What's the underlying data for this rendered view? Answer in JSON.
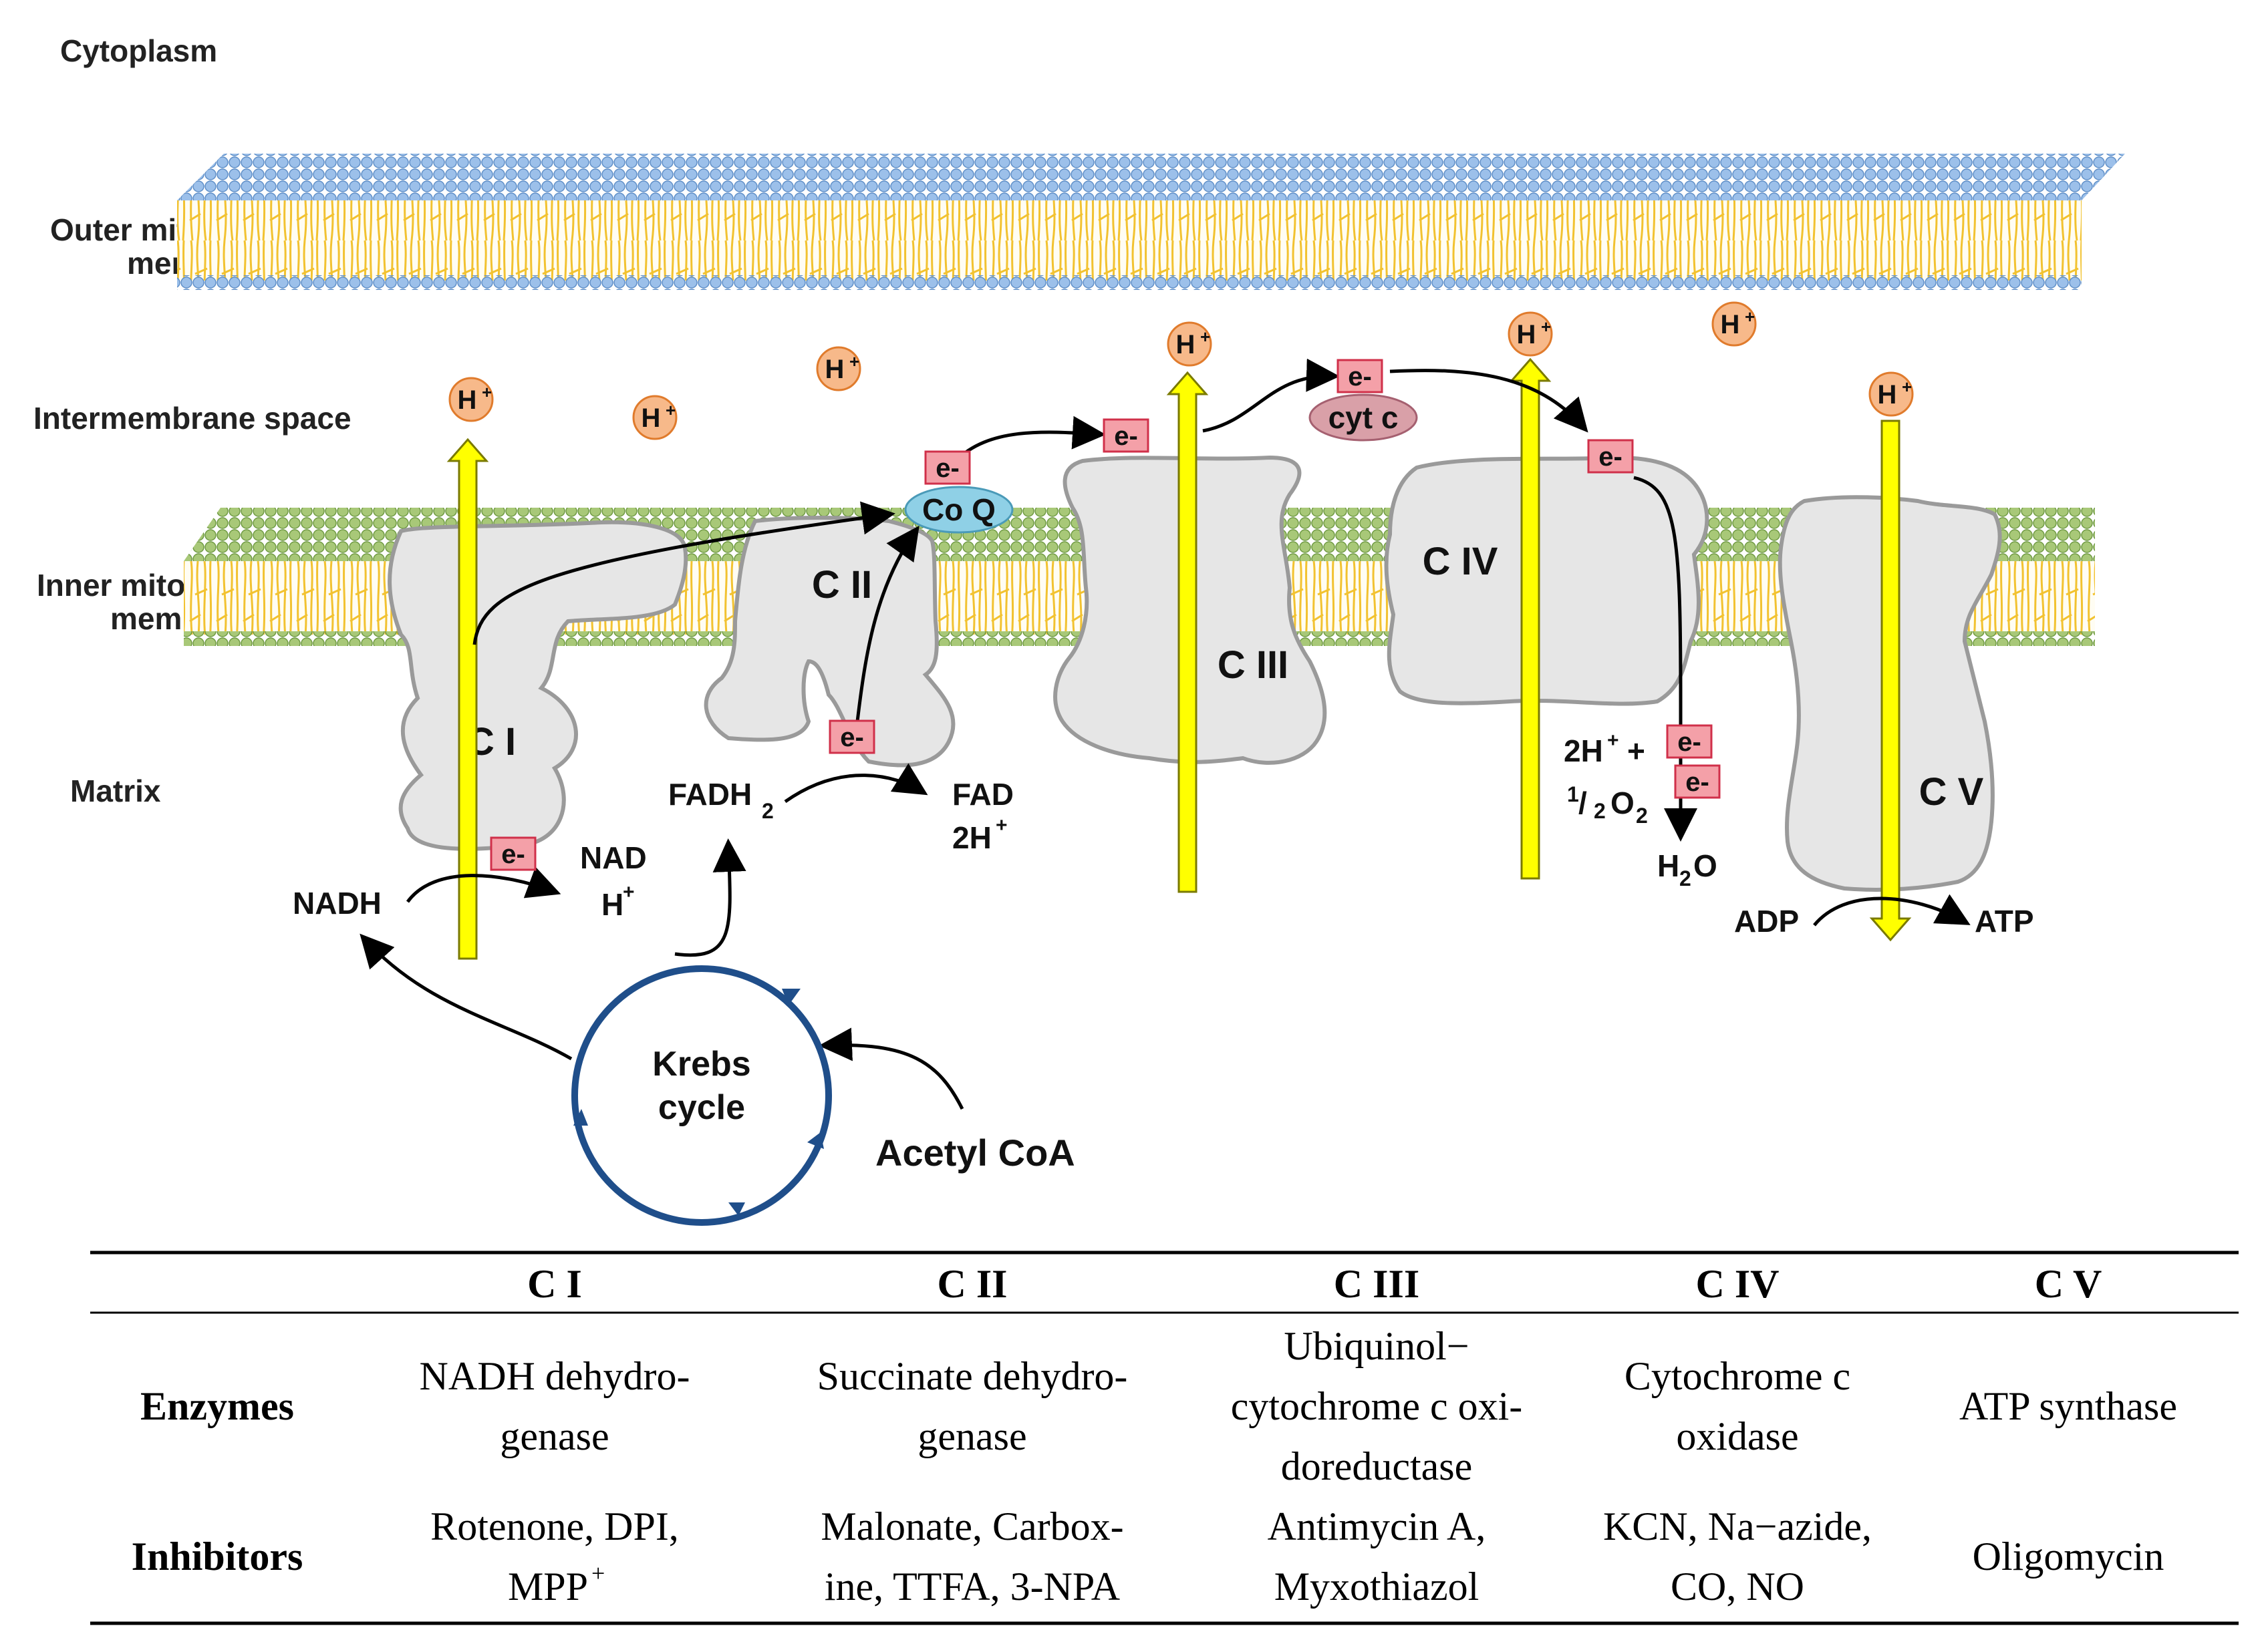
{
  "regions": {
    "cytoplasm": "Cytoplasm",
    "outer_membrane_1": "Outer mitochondrial",
    "outer_membrane_2": "membrane",
    "intermembrane": "Intermembrane space",
    "inner_membrane_1": "Inner mitochondrial",
    "inner_membrane_2": "membrane",
    "matrix": "Matrix"
  },
  "complexes": {
    "c1": "C I",
    "c2": "C II",
    "c3": "C III",
    "c4": "C IV",
    "c5": "C V"
  },
  "proton": {
    "base": "H",
    "sup": "+"
  },
  "electron": "e-",
  "carriers": {
    "coq": "Co Q",
    "cytc": "cyt c"
  },
  "molecules": {
    "nadh": "NADH",
    "nad": "NAD",
    "h": "H",
    "plus": "+",
    "fadh": "FADH",
    "sub2": "2",
    "fad": "FAD",
    "two_h": "2H",
    "o2_2h": "2H",
    "o2_plus": "+ +",
    "half_1": "1",
    "half_slash": "/",
    "half_2": "2",
    "o": "O",
    "h2o_h": "H",
    "h2o_o": "O",
    "adp": "ADP",
    "atp": "ATP",
    "krebs_1": "Krebs",
    "krebs_2": "cycle",
    "acetyl": "Acetyl CoA"
  },
  "colors": {
    "proton_fill": "#f7b98a",
    "electron_fill": "#f4a0a8",
    "electron_stroke": "#d0304a",
    "coq_fill": "#8fd0e6",
    "cytc_fill": "#d9a0a8",
    "pump_arrow": "#ffff00",
    "complex_fill": "#e6e6e6",
    "krebs_circle": "#1f4e8a",
    "outer_head": "#9cc0ea",
    "inner_head": "#a8c878",
    "tail": "#f2c230"
  },
  "table": {
    "headers": [
      "C I",
      "C II",
      "C III",
      "C IV",
      "C V"
    ],
    "rows": [
      {
        "label": "Enzymes",
        "cells": [
          [
            "NADH dehydro-",
            "genase"
          ],
          [
            "Succinate dehydro-",
            "genase"
          ],
          [
            "Ubiquinol−",
            "cytochrome c oxi-",
            "doreductase"
          ],
          [
            "Cytochrome c",
            "oxidase"
          ],
          [
            "ATP synthase"
          ]
        ]
      },
      {
        "label": "Inhibitors",
        "cells": [
          [
            "Rotenone, DPI,",
            "MPP+"
          ],
          [
            "Malonate, Carbox-",
            "ine, TTFA, 3-NPA"
          ],
          [
            "Antimycin A,",
            "Myxothiazol"
          ],
          [
            "KCN, Na−azide,",
            "CO, NO"
          ],
          [
            "Oligomycin"
          ]
        ]
      }
    ]
  }
}
